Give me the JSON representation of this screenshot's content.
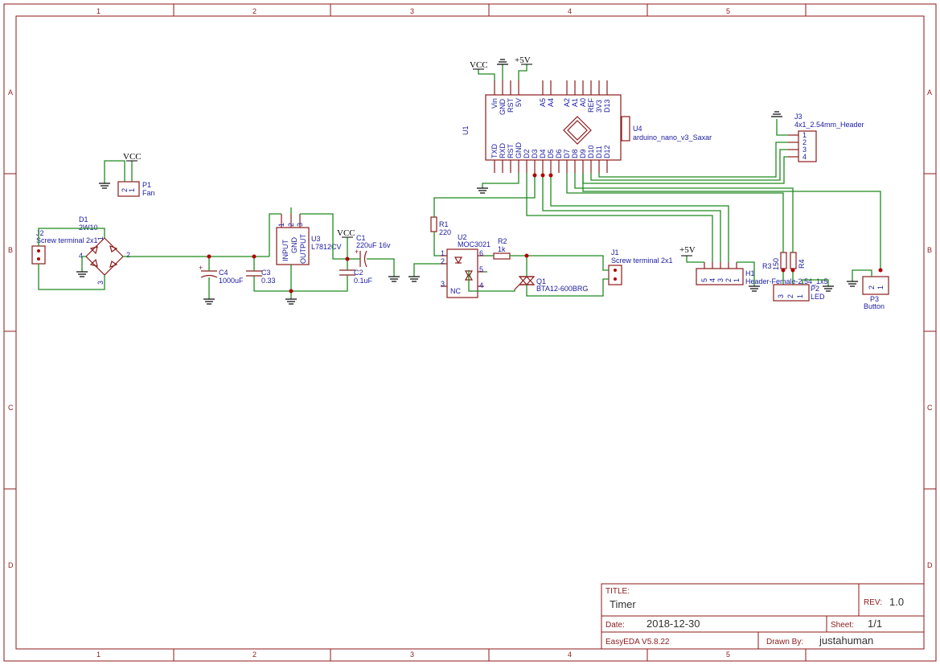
{
  "frame": {
    "columns": [
      "1",
      "2",
      "3",
      "4",
      "5"
    ],
    "rows": [
      "A",
      "B",
      "C",
      "D"
    ]
  },
  "title_block": {
    "title_label": "TITLE:",
    "title": "Timer",
    "rev_label": "REV:",
    "rev": "1.0",
    "date_label": "Date:",
    "date": "2018-12-30",
    "sheet_label": "Sheet:",
    "sheet": "1/1",
    "tool": "EasyEDA V5.8.22",
    "drawn_label": "Drawn By:",
    "drawn_by": "justahuman"
  },
  "power_labels": {
    "vcc": "VCC",
    "p5v": "+5V"
  },
  "components": {
    "u1": {
      "ref": "U1",
      "pins_top": [
        "Vin",
        "GND",
        "RST",
        "5V",
        "A5",
        "A4",
        "A2",
        "A1",
        "A0",
        "REF",
        "3V3",
        "D13"
      ],
      "pins_bottom": [
        "TXD",
        "RXD",
        "RST",
        "GND",
        "D2",
        "D3",
        "D4",
        "D5",
        "D6",
        "D7",
        "D8",
        "D9",
        "D10",
        "D11",
        "D12"
      ]
    },
    "u4": {
      "ref": "U4",
      "name": "arduino_nano_v3_Saxar"
    },
    "j3": {
      "ref": "J3",
      "name": "4x1_2.54mm_Header",
      "pins": [
        "1",
        "2",
        "3",
        "4"
      ]
    },
    "p1": {
      "ref": "P1",
      "name": "Fan",
      "pins": [
        "2",
        "1"
      ]
    },
    "d1": {
      "ref": "D1",
      "name": "2W10",
      "pins": [
        "1",
        "4",
        "2",
        "3"
      ]
    },
    "j2": {
      "ref": "J2",
      "name": "Screw terminal 2x1"
    },
    "c4": {
      "ref": "C4",
      "value": "1000uF"
    },
    "c3": {
      "ref": "C3",
      "value": "0.33"
    },
    "u3": {
      "ref": "U3",
      "name": "L7812CV",
      "pins": [
        "INPUT",
        "GND",
        "OUTPUT"
      ],
      "pin_nums": [
        "1",
        "2",
        "3"
      ]
    },
    "c1": {
      "ref": "C1",
      "value": "220uF 16v"
    },
    "c2": {
      "ref": "C2",
      "value": "0.1uF"
    },
    "r1": {
      "ref": "R1",
      "value": "220"
    },
    "u2": {
      "ref": "U2",
      "name": "MOC3021",
      "nc": "NC",
      "pins": [
        "1",
        "2",
        "3",
        "6",
        "5",
        "4"
      ]
    },
    "r2": {
      "ref": "R2",
      "value": "1k"
    },
    "q1": {
      "ref": "Q1",
      "name": "BTA12-600BRG"
    },
    "j1": {
      "ref": "J1",
      "name": "Screw terminal 2x1"
    },
    "h1": {
      "ref": "H1",
      "name": "Header-Female-2.54_1x5",
      "pins": [
        "5",
        "4",
        "3",
        "2",
        "1"
      ]
    },
    "r3": {
      "ref": "R3",
      "value": "150"
    },
    "r4": {
      "ref": "R4"
    },
    "p2": {
      "ref": "P2",
      "name": "LED",
      "pins": [
        "3",
        "2",
        "1"
      ]
    },
    "p3": {
      "ref": "P3",
      "name": "Button",
      "pins": [
        "2",
        "1"
      ]
    }
  }
}
